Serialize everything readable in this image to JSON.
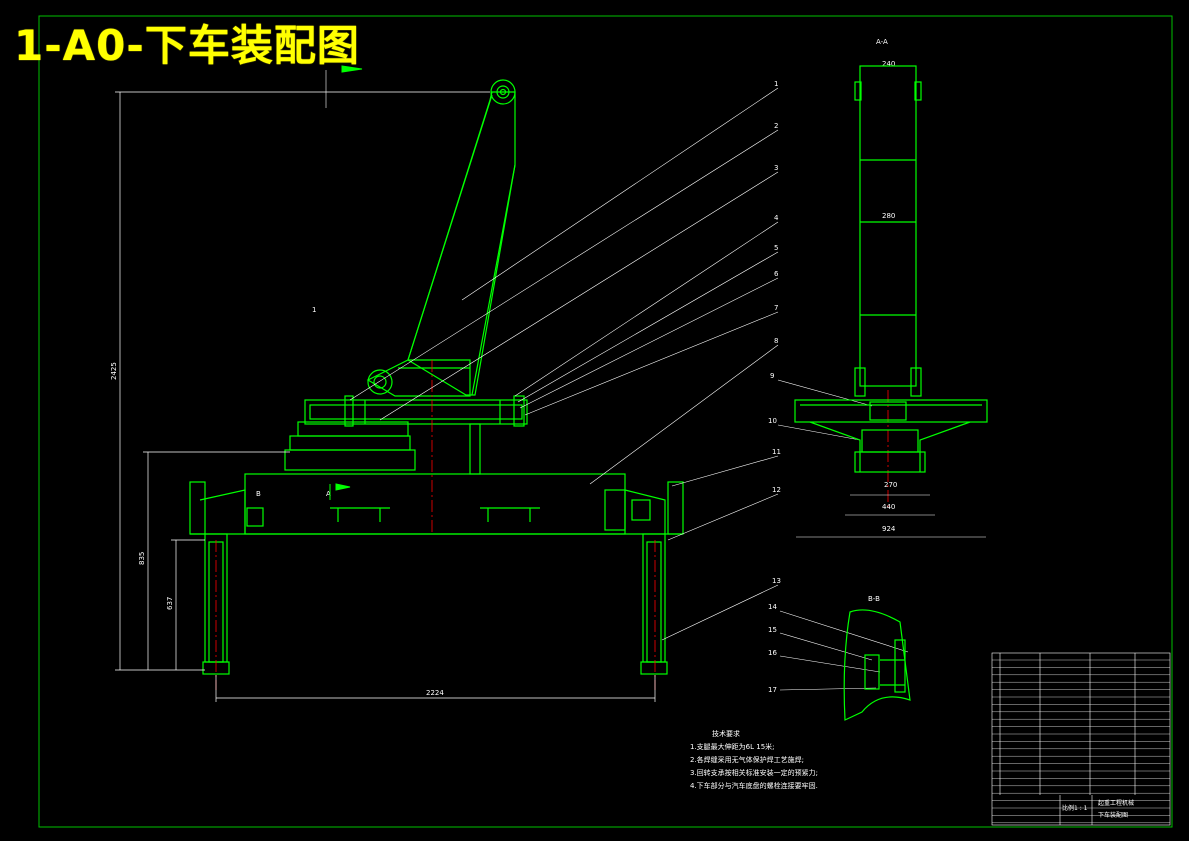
{
  "title": "1-A0-下车装配图",
  "views": {
    "side_view_label": "A-A",
    "detail_label": "B-B",
    "front_marker": "1",
    "section_marks": [
      "A",
      "B"
    ]
  },
  "dimensions": {
    "total_height": "2425",
    "leg_height": "835",
    "leg_height_2": "637",
    "wheelbase": "2224",
    "top_width": "240",
    "inner_width": "280",
    "base_width_1": "270",
    "base_width_2": "440",
    "base_width_3": "924"
  },
  "callouts": [
    "1",
    "2",
    "3",
    "4",
    "5",
    "6",
    "7",
    "8",
    "9",
    "10",
    "11",
    "12",
    "13",
    "14",
    "15",
    "16",
    "17"
  ],
  "notes": {
    "heading": "技术要求",
    "items": [
      "1.支腿最大伸距为6L 15米;",
      "2.各焊缝采用无气体保护焊工艺施焊;",
      "3.回转支承按相关标准安装一定的预紧力;",
      "4.下车部分与汽车底盘的螺栓连接要牢固."
    ]
  },
  "title_block": {
    "drawing_name": "起重工程机械",
    "part_name": "下车装配图",
    "scale_label": "比例",
    "scale": "1 : 1"
  },
  "colors": {
    "background": "#000000",
    "geometry": "#00ff00",
    "leader": "#ffffff",
    "centerline": "#ff0000",
    "title": "#ffff00",
    "frame": "#00c000"
  }
}
